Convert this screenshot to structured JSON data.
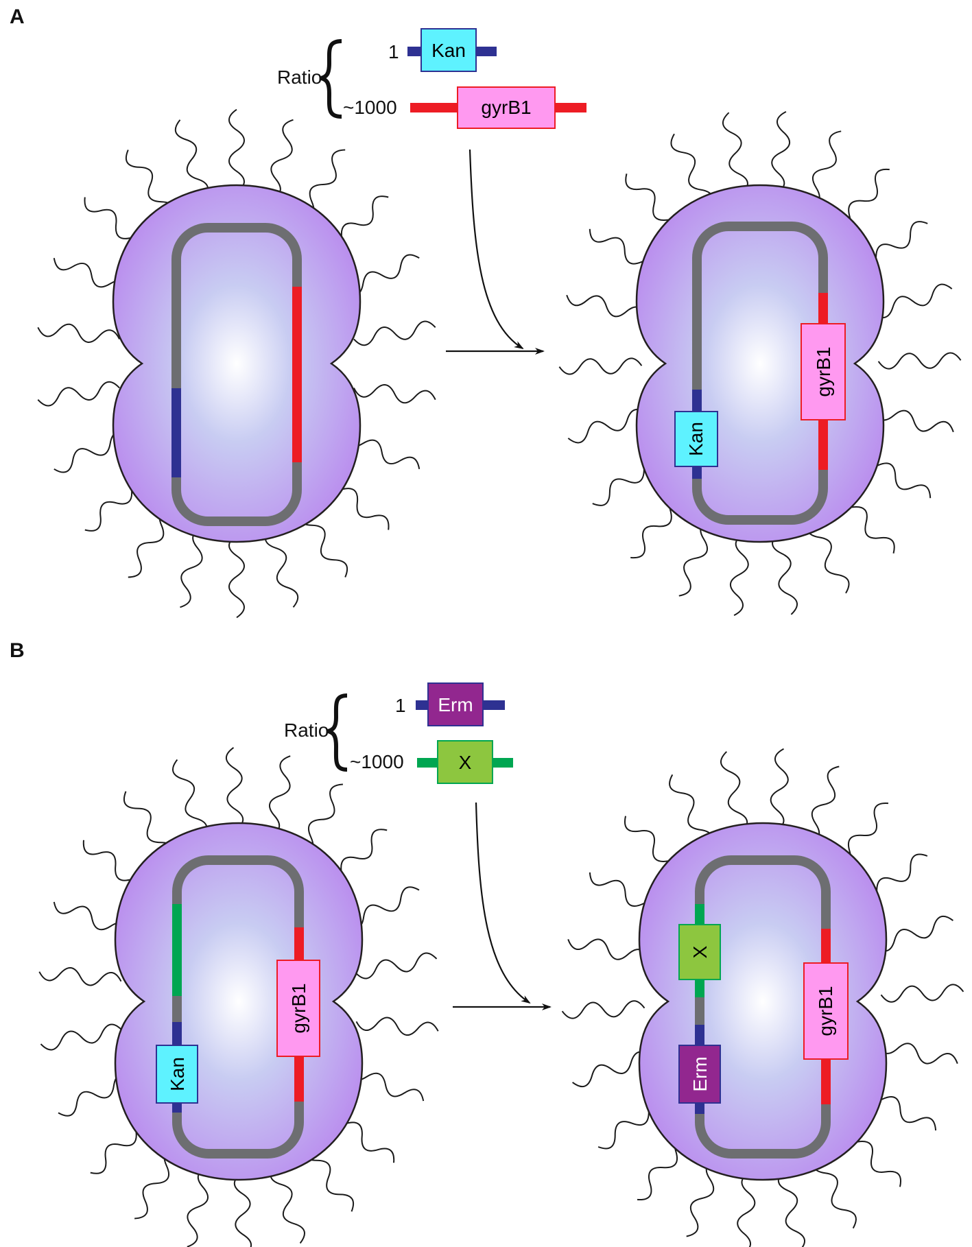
{
  "panels": [
    {
      "letter": "A",
      "ratio_label": "Ratio",
      "ratio_values": [
        "1",
        "~1000"
      ],
      "donor_fragments": [
        {
          "label": "Kan",
          "box_color": "#5ef2ff",
          "flank_color": "#2e3192"
        },
        {
          "label": "gyrB1",
          "box_color": "#ff99f0",
          "flank_color": "#ed1c24"
        }
      ],
      "before_cell": {
        "chromosome_segments": [
          {
            "color": "#2e3192"
          },
          {
            "color": "#ed1c24"
          }
        ]
      },
      "after_cell": {
        "inserted_boxes": [
          "Kan",
          "gyrB1"
        ]
      }
    },
    {
      "letter": "B",
      "ratio_label": "Ratio",
      "ratio_values": [
        "1",
        "~1000"
      ],
      "donor_fragments": [
        {
          "label": "Erm",
          "box_color": "#92278f",
          "flank_color": "#2e3192"
        },
        {
          "label": "X",
          "box_color": "#8dc63f",
          "flank_color": "#00a651"
        }
      ],
      "before_cell": {
        "inserted_boxes": [
          "Kan",
          "gyrB1"
        ]
      },
      "after_cell": {
        "inserted_boxes": [
          "X",
          "Erm",
          "gyrB1"
        ]
      }
    }
  ],
  "colors": {
    "cell_fill_center": "#ffffff",
    "cell_fill_mid": "#c2c6f0",
    "cell_fill_edge": "#bb88ee",
    "chromosome": "#6d6e71",
    "kan_box": "#5ef2ff",
    "gyrb1_box": "#ff99f0",
    "erm_box": "#92278f",
    "x_box": "#8dc63f",
    "blue_flank": "#2e3192",
    "red_flank": "#ed1c24",
    "green_flank": "#00a651"
  }
}
